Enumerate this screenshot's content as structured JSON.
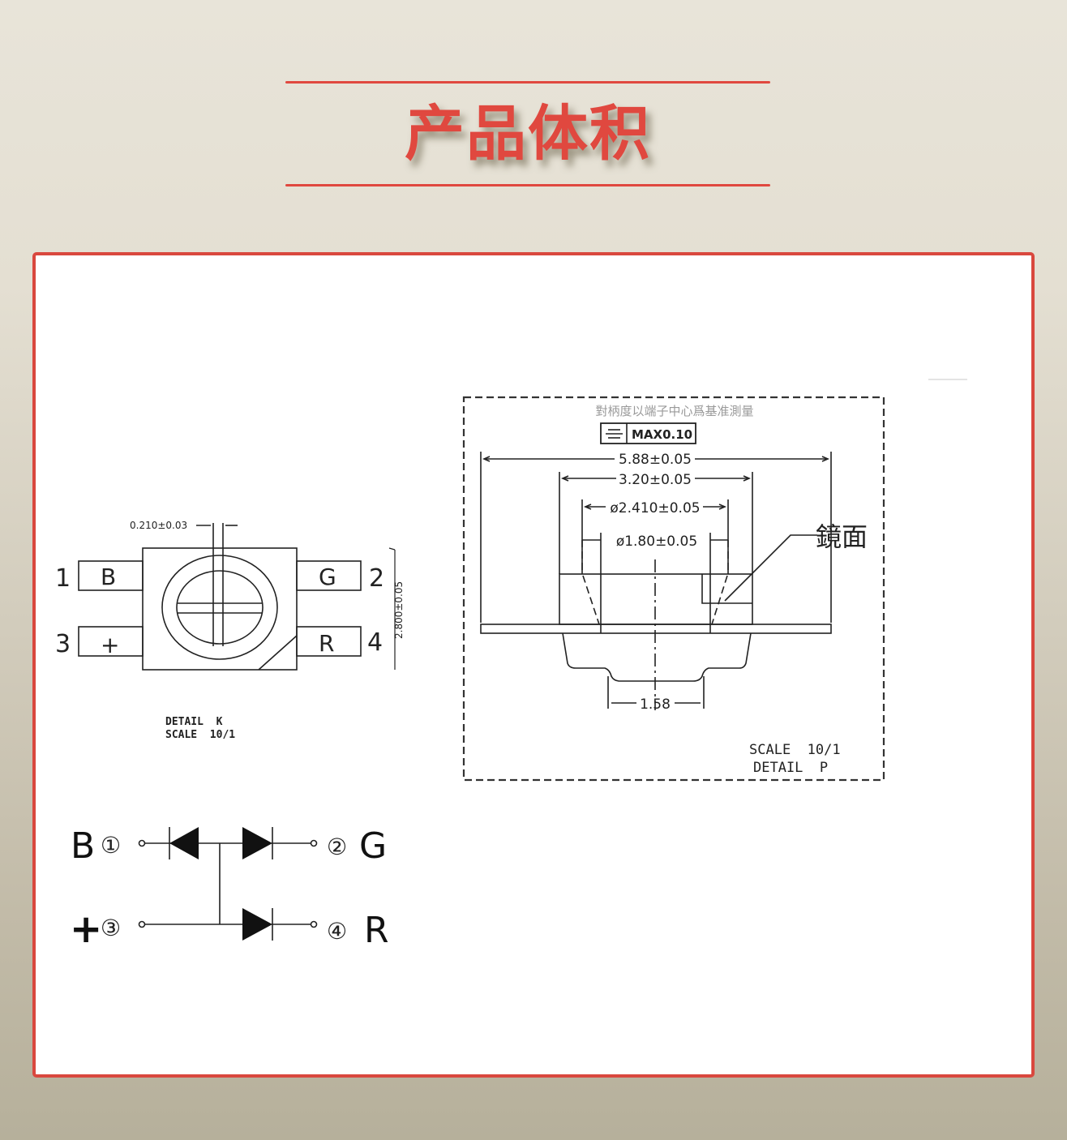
{
  "header": {
    "title": "产品体积",
    "accent_color": "#e0483f"
  },
  "card": {
    "border_color": "#d9483e"
  },
  "detail_k": {
    "top_dimension": "0.210±0.03",
    "side_dimension": "2.800±0.05",
    "pins": [
      {
        "number": "1",
        "label": "B"
      },
      {
        "number": "2",
        "label": "G"
      },
      {
        "number": "3",
        "label": "+"
      },
      {
        "number": "4",
        "label": "R"
      }
    ],
    "caption_line1": "DETAIL  K",
    "caption_line2": "SCALE  10/1"
  },
  "detail_p": {
    "note": "對柄度以端子中心爲基准測量",
    "tolerance_symbol": "symmetry-icon",
    "tolerance_value": "MAX0.10",
    "dimensions": {
      "overall_width": "5.88±0.05",
      "body_width": "3.20±0.05",
      "outer_diameter": "ø2.410±0.05",
      "inner_diameter": "ø1.80±0.05",
      "base_width": "1.58"
    },
    "callout_label": "鏡面",
    "caption_line1": "SCALE  10/1",
    "caption_line2": "DETAIL  P"
  },
  "schematic": {
    "pins": [
      {
        "name": "B",
        "circled": "①"
      },
      {
        "name": "G",
        "circled": "②"
      },
      {
        "name": "+",
        "circled": "③"
      },
      {
        "name": "R",
        "circled": "④"
      }
    ]
  }
}
